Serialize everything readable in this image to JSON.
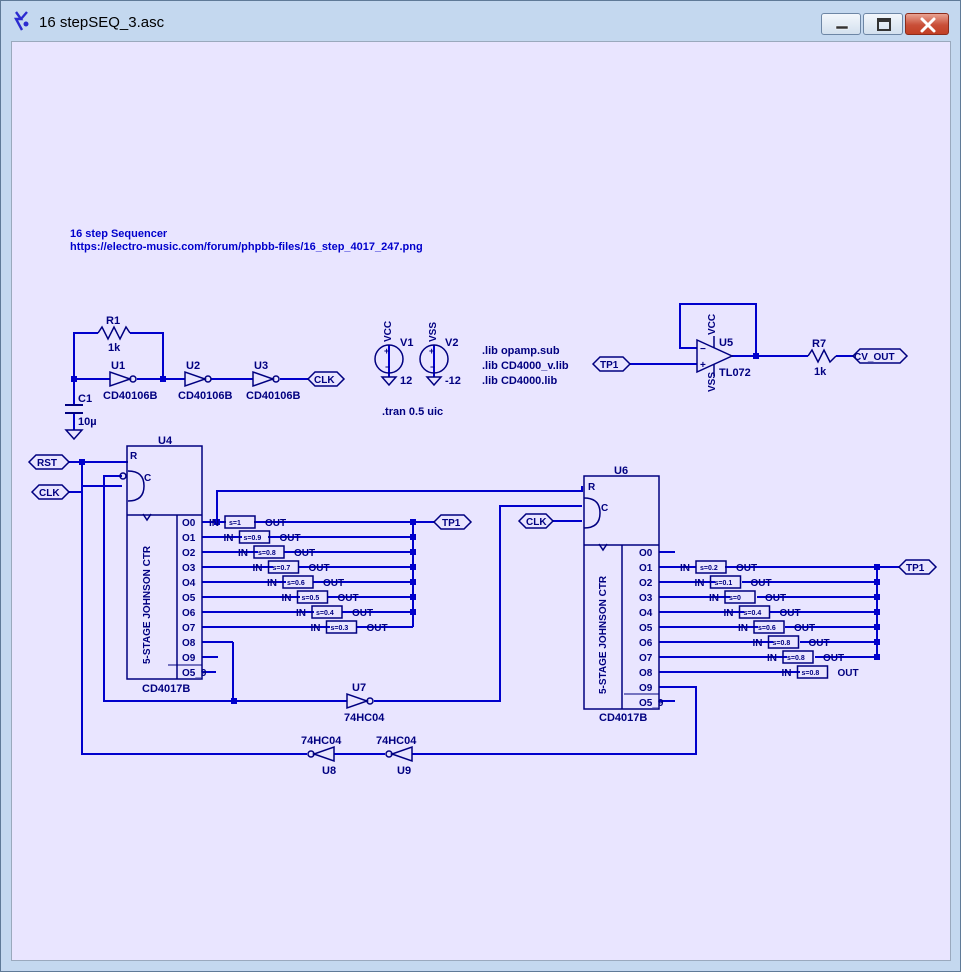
{
  "window": {
    "title": "16 stepSEQ_3.asc",
    "minimize_icon": "minimize-icon",
    "maximize_icon": "maximize-icon",
    "close_icon": "close-icon"
  },
  "colors": {
    "canvas": "#e9e5ff",
    "wire": "#0000cc",
    "component": "#000080",
    "text": "#000080",
    "comment": "#0000cc"
  },
  "comments": {
    "title": "16 step Sequencer",
    "url": "https://electro-music.com/forum/phpbb-files/16_step_4017_247.png"
  },
  "directives": {
    "lib1": ".lib opamp.sub",
    "lib2": ".lib CD4000_v.lib",
    "lib3": ".lib CD4000.lib",
    "tran": ".tran 0.5 uic"
  },
  "components": {
    "r1": {
      "name": "R1",
      "value": "1k"
    },
    "c1": {
      "name": "C1",
      "value": "10µ"
    },
    "r7": {
      "name": "R7",
      "value": "1k"
    },
    "u1": {
      "name": "U1",
      "part": "CD40106B"
    },
    "u2": {
      "name": "U2",
      "part": "CD40106B"
    },
    "u3": {
      "name": "U3",
      "part": "CD40106B"
    },
    "v1": {
      "name": "V1",
      "pin": "VCC",
      "value": "12"
    },
    "v2": {
      "name": "V2",
      "pin": "VSS",
      "value": "-12"
    },
    "u5": {
      "name": "U5",
      "part": "TL072",
      "vcc": "VCC",
      "vss": "VSS"
    },
    "u4": {
      "name": "U4",
      "part": "CD4017B",
      "label": "5-STAGE JOHNSON CTR",
      "pins_left": [
        "R",
        "C"
      ],
      "outputs": [
        "O0",
        "O1",
        "O2",
        "O3",
        "O4",
        "O5",
        "O6",
        "O7",
        "O8",
        "O9",
        "O5_9"
      ]
    },
    "u6": {
      "name": "U6",
      "part": "CD4017B",
      "label": "5-STAGE JOHNSON CTR",
      "pins_left": [
        "R",
        "C"
      ],
      "outputs": [
        "O0",
        "O1",
        "O2",
        "O3",
        "O4",
        "O5",
        "O6",
        "O7",
        "O8",
        "O9",
        "O5_9"
      ]
    },
    "u7": {
      "name": "U7",
      "part": "74HC04"
    },
    "u8": {
      "name": "U8",
      "part": "74HC04"
    },
    "u9": {
      "name": "U9",
      "part": "74HC04"
    }
  },
  "switch_labels": {
    "in": "IN",
    "out": "OUT"
  },
  "switches_u4": [
    "s=1",
    "s=0.9",
    "s=0.8",
    "s=0.7",
    "s=0.6",
    "s=0.5",
    "s=0.4",
    "s=0.3"
  ],
  "switches_u6": [
    "s=0.2",
    "s=0.1",
    "s=0",
    "s=0.4",
    "s=0.6",
    "s=0.8",
    "s=0.8",
    "s=0.8"
  ],
  "net_labels": {
    "clk": "CLK",
    "rst": "RST",
    "tp1": "TP1",
    "cv_out": "CV_OUT"
  }
}
